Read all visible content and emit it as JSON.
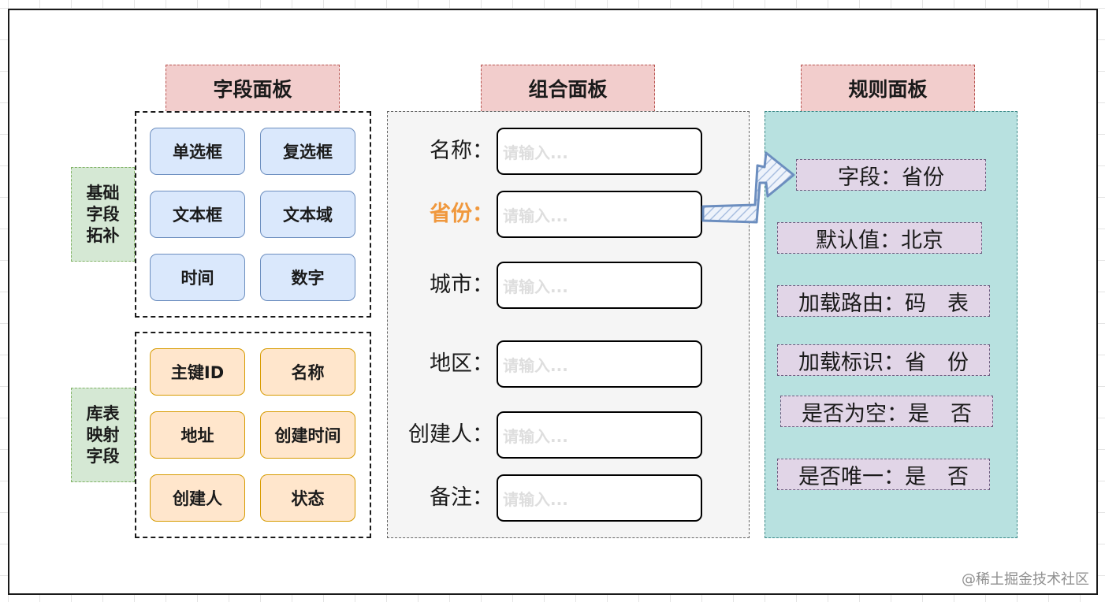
{
  "field_panel": {
    "title": "字段面板",
    "basic_group": {
      "label": "基础\n字段\n拓补",
      "items": [
        "单选框",
        "复选框",
        "文本框",
        "文本域",
        "时间",
        "数字"
      ]
    },
    "table_group": {
      "label": "库表\n映射\n字段",
      "items": [
        "主键ID",
        "名称",
        "地址",
        "创建时间",
        "创建人",
        "状态"
      ]
    }
  },
  "combo_panel": {
    "title": "组合面板",
    "placeholder": "请输入...",
    "fields": [
      {
        "label": "名称："
      },
      {
        "label": "省份：",
        "highlighted": true
      },
      {
        "label": "城市："
      },
      {
        "label": "地区："
      },
      {
        "label": "创建人："
      },
      {
        "label": "备注："
      }
    ]
  },
  "rule_panel": {
    "title": "规则面板",
    "rules": [
      "字段：省份",
      "默认值：北京",
      "加载路由：码　表",
      "加载标识：省　份",
      "是否为空：是　否",
      "是否唯一：是　否"
    ]
  },
  "colors": {
    "title_fill": "#f2cdcc",
    "side_label_fill": "#d5e8d4",
    "chip_blue": "#dae8fc",
    "chip_orange": "#ffe6cc",
    "combo_fill": "#f5f5f5",
    "rule_panel_fill": "#b8e1e0",
    "rule_fill": "#e1d5e7",
    "highlight": "#f0983d",
    "arrow": "#6c8ebf"
  },
  "watermark": "@稀土掘金技术社区"
}
